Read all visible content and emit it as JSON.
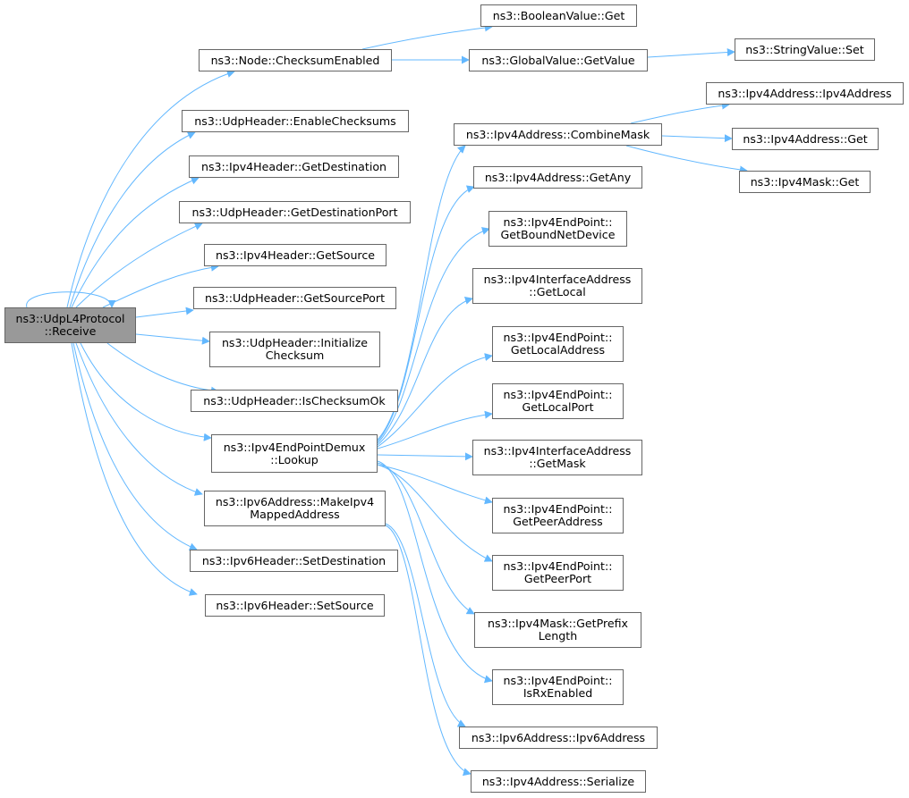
{
  "graph": {
    "edge_color": "#63b8ff",
    "root": {
      "lines": [
        "ns3::UdpL4Protocol",
        "::Receive"
      ]
    },
    "nodes": {
      "checksum_enabled": {
        "lines": [
          "ns3::Node::ChecksumEnabled"
        ]
      },
      "boolean_get": {
        "lines": [
          "ns3::BooleanValue::Get"
        ]
      },
      "global_getvalue": {
        "lines": [
          "ns3::GlobalValue::GetValue"
        ]
      },
      "string_set": {
        "lines": [
          "ns3::StringValue::Set"
        ]
      },
      "enable_checksums": {
        "lines": [
          "ns3::UdpHeader::EnableChecksums"
        ]
      },
      "ipv4h_getdest": {
        "lines": [
          "ns3::Ipv4Header::GetDestination"
        ]
      },
      "udph_getdestport": {
        "lines": [
          "ns3::UdpHeader::GetDestinationPort"
        ]
      },
      "ipv4h_getsource": {
        "lines": [
          "ns3::Ipv4Header::GetSource"
        ]
      },
      "udph_getsourceport": {
        "lines": [
          "ns3::UdpHeader::GetSourcePort"
        ]
      },
      "udph_initchecksum": {
        "lines": [
          "ns3::UdpHeader::Initialize",
          "Checksum"
        ]
      },
      "udph_ischecksumok": {
        "lines": [
          "ns3::UdpHeader::IsChecksumOk"
        ]
      },
      "demux_lookup": {
        "lines": [
          "ns3::Ipv4EndPointDemux",
          "::Lookup"
        ]
      },
      "makeipv4mapped": {
        "lines": [
          "ns3::Ipv6Address::MakeIpv4",
          "MappedAddress"
        ]
      },
      "ipv6h_setdest": {
        "lines": [
          "ns3::Ipv6Header::SetDestination"
        ]
      },
      "ipv6h_setsource": {
        "lines": [
          "ns3::Ipv6Header::SetSource"
        ]
      },
      "combinemask": {
        "lines": [
          "ns3::Ipv4Address::CombineMask"
        ]
      },
      "ipv4addr_ctor": {
        "lines": [
          "ns3::Ipv4Address::Ipv4Address"
        ]
      },
      "ipv4addr_get": {
        "lines": [
          "ns3::Ipv4Address::Get"
        ]
      },
      "ipv4mask_get": {
        "lines": [
          "ns3::Ipv4Mask::Get"
        ]
      },
      "getany": {
        "lines": [
          "ns3::Ipv4Address::GetAny"
        ]
      },
      "ep_getboundnetdevice": {
        "lines": [
          "ns3::Ipv4EndPoint::",
          "GetBoundNetDevice"
        ]
      },
      "ifaddr_getlocal": {
        "lines": [
          "ns3::Ipv4InterfaceAddress",
          "::GetLocal"
        ]
      },
      "ep_getlocaladdress": {
        "lines": [
          "ns3::Ipv4EndPoint::",
          "GetLocalAddress"
        ]
      },
      "ep_getlocalport": {
        "lines": [
          "ns3::Ipv4EndPoint::",
          "GetLocalPort"
        ]
      },
      "ifaddr_getmask": {
        "lines": [
          "ns3::Ipv4InterfaceAddress",
          "::GetMask"
        ]
      },
      "ep_getpeeraddress": {
        "lines": [
          "ns3::Ipv4EndPoint::",
          "GetPeerAddress"
        ]
      },
      "ep_getpeerport": {
        "lines": [
          "ns3::Ipv4EndPoint::",
          "GetPeerPort"
        ]
      },
      "mask_getprefixlength": {
        "lines": [
          "ns3::Ipv4Mask::GetPrefix",
          "Length"
        ]
      },
      "ep_isrxenabled": {
        "lines": [
          "ns3::Ipv4EndPoint::",
          "IsRxEnabled"
        ]
      },
      "ipv6addr_ctor": {
        "lines": [
          "ns3::Ipv6Address::Ipv6Address"
        ]
      },
      "ipv4addr_serialize": {
        "lines": [
          "ns3::Ipv4Address::Serialize"
        ]
      }
    }
  }
}
